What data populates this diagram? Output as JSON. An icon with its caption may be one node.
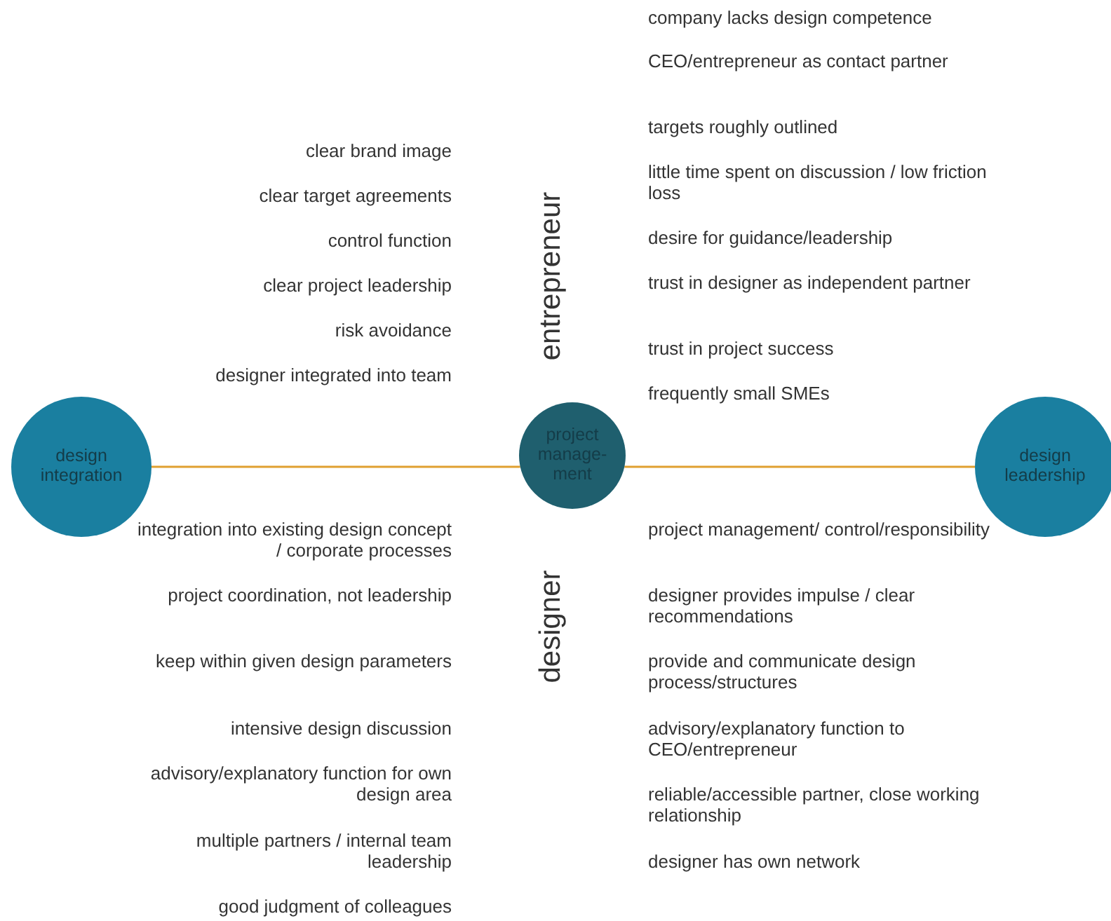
{
  "diagram": {
    "nodes": [
      {
        "text": [
          "design integration"
        ]
      },
      {
        "text": [
          "project manage-ment"
        ]
      },
      {
        "text": [
          "design leadership"
        ]
      }
    ],
    "edges": [
      {
        "from": 0,
        "to": 1,
        "arrow": "none"
      },
      {
        "from": 1,
        "to": 2,
        "arrow": "none"
      }
    ],
    "labels": [
      "clear brand image",
      "clear target agreements",
      "control function",
      "clear project leadership",
      "risk avoidance",
      "designer integrated into team",
      "entrepreneur",
      "company lacks design competence",
      "CEO/entrepreneur as contact partner",
      "targets roughly outlined",
      "little time spent on discussion / low friction loss",
      "desire for guidance/leadership",
      "trust in designer as independent partner",
      "trust in project success",
      "frequently small SMEs",
      "integration into existing design concept / corporate processes",
      "project coordination, not leadership",
      "keep within given design parameters",
      "intensive design discussion",
      "advisory/explanatory function for own design area",
      "multiple partners / internal team leadership",
      "good judgment of colleagues",
      "designer",
      "project management/ control/responsibility",
      "designer provides impulse / clear recommendations",
      "provide and communicate design process/structures",
      "advisory/explanatory function to CEO/entrepreneur",
      "reliable/accessible partner, close working relationship",
      "designer has own network"
    ]
  }
}
